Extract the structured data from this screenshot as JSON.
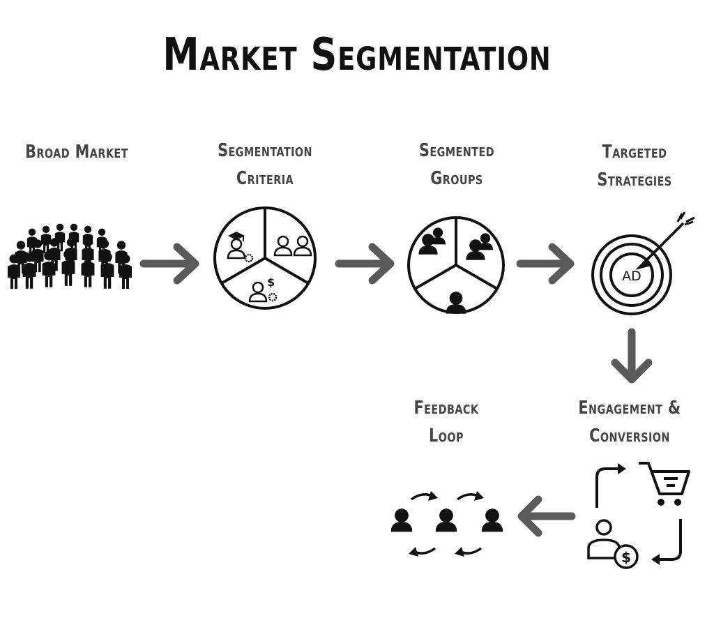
{
  "title": "Market Segmentation",
  "stages": [
    {
      "line1": "Broad Market",
      "line2": "",
      "icon": "crowd-icon"
    },
    {
      "line1": "Segmentation",
      "line2": "Criteria",
      "icon": "criteria-pie-icon"
    },
    {
      "line1": "Segmented",
      "line2": "Groups",
      "icon": "groups-pie-icon"
    },
    {
      "line1": "Targeted",
      "line2": "Strategies",
      "icon": "target-ad-icon"
    },
    {
      "line1": "Engagement &",
      "line2": "Conversion",
      "icon": "conversion-cycle-icon"
    },
    {
      "line1": "Feedback",
      "line2": "Loop",
      "icon": "feedback-loop-icon"
    }
  ],
  "ad_text": "AD",
  "colors": {
    "icon": "#111111",
    "arrow": "#5a5a5a",
    "label": "#444444"
  }
}
